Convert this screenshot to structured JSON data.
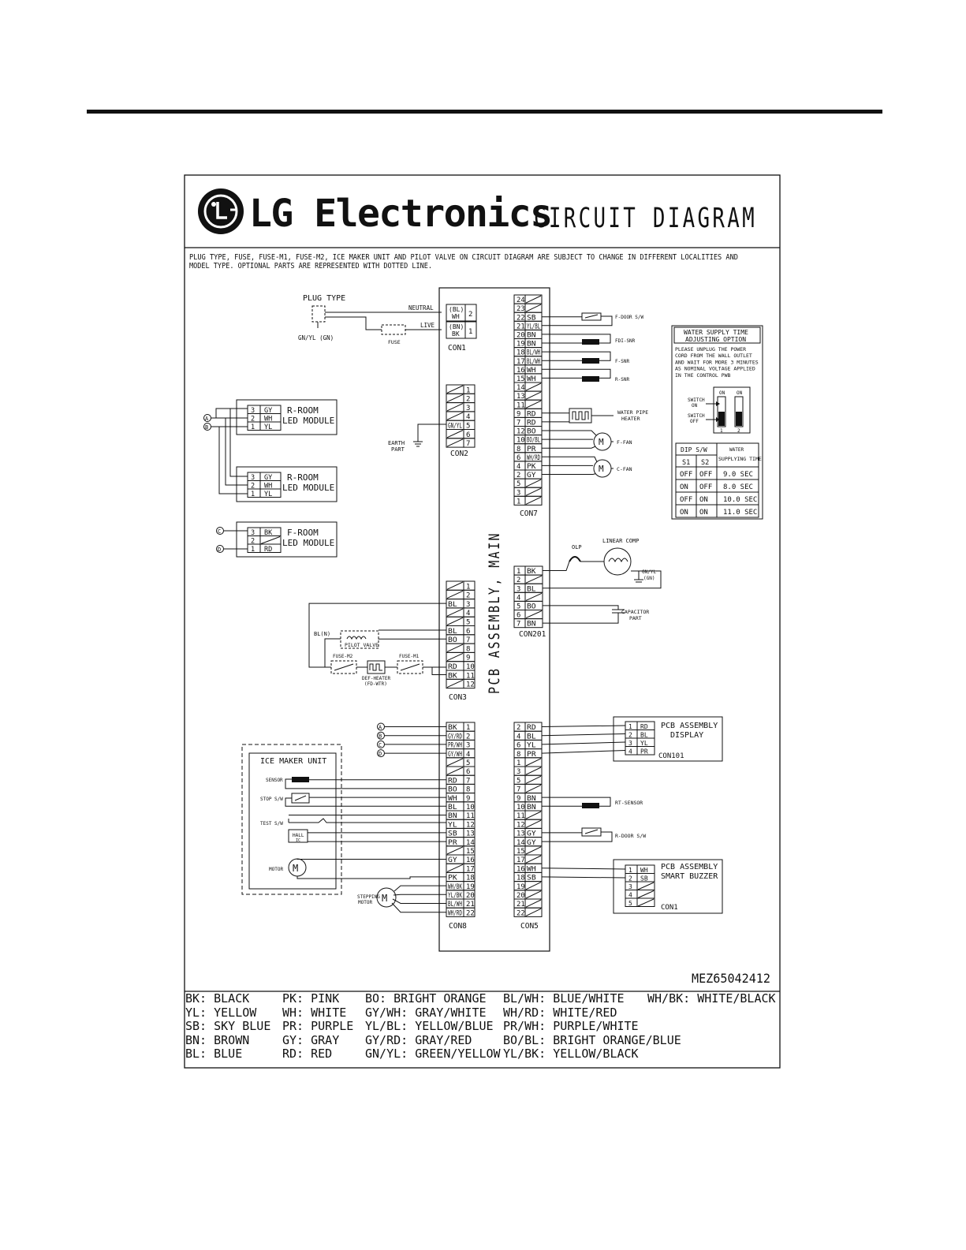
{
  "header": {
    "brand": "LG Electronics",
    "brand_mark": "LG",
    "title": "CIRCUIT DIAGRAM"
  },
  "notes": {
    "line1": "PLUG TYPE, FUSE, FUSE-M1, FUSE-M2, ICE MAKER UNIT AND PILOT VALVE ON CIRCUIT DIAGRAM ARE SUBJECT TO CHANGE IN DIFFERENT LOCALITIES AND",
    "line2": "MODEL TYPE. OPTIONAL PARTS ARE REPRESENTED WITH DOTTED LINE."
  },
  "pcb_main_label": "PCB ASSEMBLY, MAIN",
  "plug": {
    "title": "PLUG TYPE",
    "ground": "GN/YL (GN)",
    "neutral": "NEUTRAL",
    "live": "LIVE",
    "fuse": "FUSE"
  },
  "con1": {
    "name": "CON1",
    "pins": [
      {
        "wire": "(BL) WH",
        "num": "2"
      },
      {
        "wire": "(BN) BK",
        "num": "1"
      }
    ]
  },
  "con2": {
    "name": "CON2",
    "earth": "EARTH PART",
    "pins": [
      {
        "num": "1",
        "wire": ""
      },
      {
        "num": "2",
        "wire": ""
      },
      {
        "num": "3",
        "wire": ""
      },
      {
        "num": "4",
        "wire": ""
      },
      {
        "num": "5",
        "wire": "GN/YL"
      },
      {
        "num": "6",
        "wire": ""
      },
      {
        "num": "7",
        "wire": ""
      }
    ]
  },
  "led_modules": [
    {
      "name": "R-ROOM LED MODULE",
      "line1": "R-ROOM",
      "line2": "LED MODULE",
      "pins": [
        [
          "3",
          "GY"
        ],
        [
          "2",
          "WH"
        ],
        [
          "1",
          "YL"
        ]
      ]
    },
    {
      "name": "R-ROOM LED MODULE",
      "line1": "R-ROOM",
      "line2": "LED MODULE",
      "pins": [
        [
          "3",
          "GY"
        ],
        [
          "2",
          "WH"
        ],
        [
          "1",
          "YL"
        ]
      ]
    },
    {
      "name": "F-ROOM LED MODULE",
      "line1": "F-ROOM",
      "line2": "LED MODULE",
      "pins": [
        [
          "3",
          "BK"
        ],
        [
          "2",
          ""
        ],
        [
          "1",
          "RD"
        ]
      ]
    }
  ],
  "connector_markers": [
    "A",
    "B",
    "C",
    "D"
  ],
  "con7": {
    "name": "CON7",
    "pins": [
      [
        "24",
        ""
      ],
      [
        "23",
        ""
      ],
      [
        "22",
        "SB"
      ],
      [
        "21",
        "YL/BL"
      ],
      [
        "20",
        "BN"
      ],
      [
        "19",
        "BN"
      ],
      [
        "18",
        "BL/WH"
      ],
      [
        "17",
        "BL/WH"
      ],
      [
        "16",
        "WH"
      ],
      [
        "15",
        "WH"
      ],
      [
        "14",
        ""
      ],
      [
        "13",
        ""
      ],
      [
        "11",
        ""
      ],
      [
        "9",
        "RD"
      ],
      [
        "7",
        "RD"
      ],
      [
        "12",
        "BO"
      ],
      [
        "10",
        "BO/BL"
      ],
      [
        "8",
        "PR"
      ],
      [
        "6",
        "WH/RD"
      ],
      [
        "4",
        "PK"
      ],
      [
        "2",
        "GY"
      ],
      [
        "5",
        ""
      ],
      [
        "3",
        ""
      ],
      [
        "1",
        ""
      ]
    ],
    "loads": {
      "fdoor": "F-DOOR S/W",
      "fdisnr": "FDI-SNR",
      "fsnr": "F-SNR",
      "rsnr": "R-SNR",
      "heater_l1": "WATER PIPE",
      "heater_l2": "HEATER",
      "ffan": "F-FAN",
      "cfan": "C-FAN"
    }
  },
  "water_option": {
    "title_l1": "WATER SUPPLY TIME",
    "title_l2": "ADJUSTING OPTION",
    "desc": [
      "PLEASE UNPLUG THE POWER",
      "CORD FROM THE WALL OUTLET",
      "AND WAIT FOR MORE 3 MINUTES",
      "AS NOMINAL VOLTAGE APPLIED",
      "IN THE CONTROL PWB"
    ],
    "switch_on": "SWITCH ON",
    "switch_off": "SWITCH OFF",
    "on_label": "ON",
    "dip_nums": [
      "1",
      "2"
    ],
    "table_header": [
      "DIP S/W",
      "WATER SUPPLYING TIME"
    ],
    "table_sub": [
      "S1",
      "S2"
    ],
    "rows": [
      [
        "OFF",
        "OFF",
        "9.0 SEC"
      ],
      [
        "ON",
        "OFF",
        "8.0 SEC"
      ],
      [
        "OFF",
        "ON",
        "10.0 SEC"
      ],
      [
        "ON",
        "ON",
        "11.0 SEC"
      ]
    ]
  },
  "compressor": {
    "olp": "OLP",
    "comp": "LINEAR COMP",
    "ground": "GN/YL (GN)",
    "capacitor_l1": "CAPACITOR",
    "capacitor_l2": "PART"
  },
  "con201": {
    "name": "CON201",
    "pins": [
      [
        "1",
        "BK"
      ],
      [
        "2",
        ""
      ],
      [
        "3",
        "BL"
      ],
      [
        "4",
        ""
      ],
      [
        "5",
        "BO"
      ],
      [
        "6",
        ""
      ],
      [
        "7",
        "BN"
      ]
    ]
  },
  "con3": {
    "name": "CON3",
    "bl_n": "BL(N)",
    "pilot": "PILOT VALVE",
    "fuse_m2": "FUSE-M2",
    "fuse_m1": "FUSE-M1",
    "def_heater_l1": "DEF-HEATER",
    "def_heater_l2": "(FD-WTR)",
    "pins": [
      [
        "1",
        ""
      ],
      [
        "2",
        ""
      ],
      [
        "3",
        "BL"
      ],
      [
        "4",
        ""
      ],
      [
        "5",
        ""
      ],
      [
        "6",
        "BL"
      ],
      [
        "7",
        "BO"
      ],
      [
        "8",
        ""
      ],
      [
        "9",
        ""
      ],
      [
        "10",
        "RD"
      ],
      [
        "11",
        "BK"
      ],
      [
        "12",
        ""
      ]
    ]
  },
  "con8": {
    "name": "CON8",
    "pins": [
      [
        "1",
        "BK"
      ],
      [
        "2",
        "GY/RD"
      ],
      [
        "3",
        "PR/WH"
      ],
      [
        "4",
        "GY/WH"
      ],
      [
        "5",
        ""
      ],
      [
        "6",
        ""
      ],
      [
        "7",
        "RD"
      ],
      [
        "8",
        "BO"
      ],
      [
        "9",
        "WH"
      ],
      [
        "10",
        "BL"
      ],
      [
        "11",
        "BN"
      ],
      [
        "12",
        "YL"
      ],
      [
        "13",
        "SB"
      ],
      [
        "14",
        "PR"
      ],
      [
        "15",
        ""
      ],
      [
        "16",
        "GY"
      ],
      [
        "17",
        ""
      ],
      [
        "18",
        "PK"
      ],
      [
        "19",
        "WH/BK"
      ],
      [
        "20",
        "YL/BK"
      ],
      [
        "21",
        "BL/WH"
      ],
      [
        "22",
        "WH/RD"
      ]
    ]
  },
  "ice_maker": {
    "title": "ICE MAKER UNIT",
    "sensor": "SENSOR",
    "stop": "STOP S/W",
    "test": "TEST S/W",
    "hall": "HALL IC",
    "motor": "MOTOR",
    "stepping_l1": "STEPPING",
    "stepping_l2": "MOTOR"
  },
  "con5": {
    "name": "CON5",
    "pins": [
      [
        "2",
        "RD"
      ],
      [
        "4",
        "BL"
      ],
      [
        "6",
        "YL"
      ],
      [
        "8",
        "PR"
      ],
      [
        "1",
        ""
      ],
      [
        "3",
        ""
      ],
      [
        "5",
        ""
      ],
      [
        "7",
        ""
      ],
      [
        "9",
        "BN"
      ],
      [
        "10",
        "BN"
      ],
      [
        "11",
        ""
      ],
      [
        "12",
        ""
      ],
      [
        "13",
        "GY"
      ],
      [
        "14",
        "GY"
      ],
      [
        "15",
        ""
      ],
      [
        "17",
        ""
      ],
      [
        "16",
        "WH"
      ],
      [
        "18",
        "SB"
      ],
      [
        "19",
        ""
      ],
      [
        "20",
        ""
      ],
      [
        "21",
        ""
      ],
      [
        "22",
        ""
      ]
    ],
    "rt_sensor": "RT-SENSOR",
    "rdoor": "R-DOOR S/W"
  },
  "display_pcb": {
    "l1": "PCB ASSEMBLY",
    "l2": "DISPLAY",
    "con": "CON101",
    "pins": [
      [
        "1",
        "RD"
      ],
      [
        "2",
        "BL"
      ],
      [
        "3",
        "YL"
      ],
      [
        "4",
        "PR"
      ]
    ]
  },
  "buzzer_pcb": {
    "l1": "PCB ASSEMBLY",
    "l2": "SMART BUZZER",
    "con": "CON1",
    "pins": [
      [
        "1",
        "WH"
      ],
      [
        "2",
        "SB"
      ],
      [
        "3",
        ""
      ],
      [
        "4",
        ""
      ],
      [
        "5",
        ""
      ]
    ]
  },
  "part_number": "MEZ65042412",
  "legend": [
    [
      "BK: BLACK",
      "PK: PINK",
      "BO: BRIGHT ORANGE",
      "BL/WH: BLUE/WHITE",
      "WH/BK: WHITE/BLACK"
    ],
    [
      "YL: YELLOW",
      "WH: WHITE",
      "GY/WH: GRAY/WHITE",
      "WH/RD: WHITE/RED",
      ""
    ],
    [
      "SB: SKY BLUE",
      "PR: PURPLE",
      "YL/BL: YELLOW/BLUE",
      "PR/WH: PURPLE/WHITE",
      ""
    ],
    [
      "BN: BROWN",
      "GY: GRAY",
      "GY/RD: GRAY/RED",
      "BO/BL: BRIGHT ORANGE/BLUE",
      ""
    ],
    [
      "BL: BLUE",
      "RD: RED",
      "GN/YL: GREEN/YELLOW",
      "YL/BK: YELLOW/BLACK",
      ""
    ]
  ]
}
